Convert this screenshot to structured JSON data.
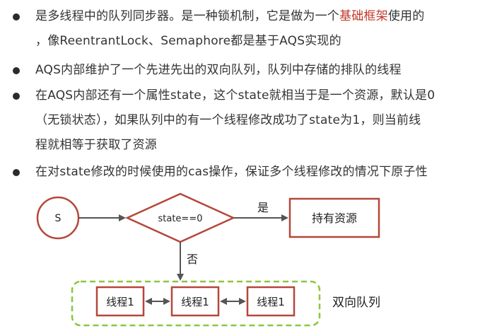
{
  "bullets": [
    {
      "line1_prefix": "是多线程中的队列同步器。是一种锁机制，它是做为一个",
      "line1_highlight": "基础框架",
      "line1_suffix": "使用的",
      "line2": "，像ReentrantLock、Semaphore都是基于AQS实现的"
    },
    {
      "line1": "AQS内部维护了一个先进先出的双向队列，队列中存储的排队的线程"
    },
    {
      "line1": "在AQS内部还有一个属性state，这个state就相当于是一个资源，默认是0",
      "line2": "（无锁状态），如果队列中的有一个线程修改成功了state为1，则当前线",
      "line3": "程就相等于获取了资源"
    },
    {
      "line1": "在对state修改的时候使用的cas操作，保证多个线程修改的情况下原子性"
    }
  ],
  "diagram": {
    "start_label": "S",
    "decision_label": "state==0",
    "yes_label": "是",
    "no_label": "否",
    "result_label": "持有资源",
    "queue_nodes": [
      "线程1",
      "线程1",
      "线程1"
    ],
    "queue_label": "双向队列",
    "colors": {
      "node_border": "#b5473a",
      "queue_border": "#8cc63f",
      "arrow": "#555555",
      "highlight_text": "#c0392b"
    }
  }
}
